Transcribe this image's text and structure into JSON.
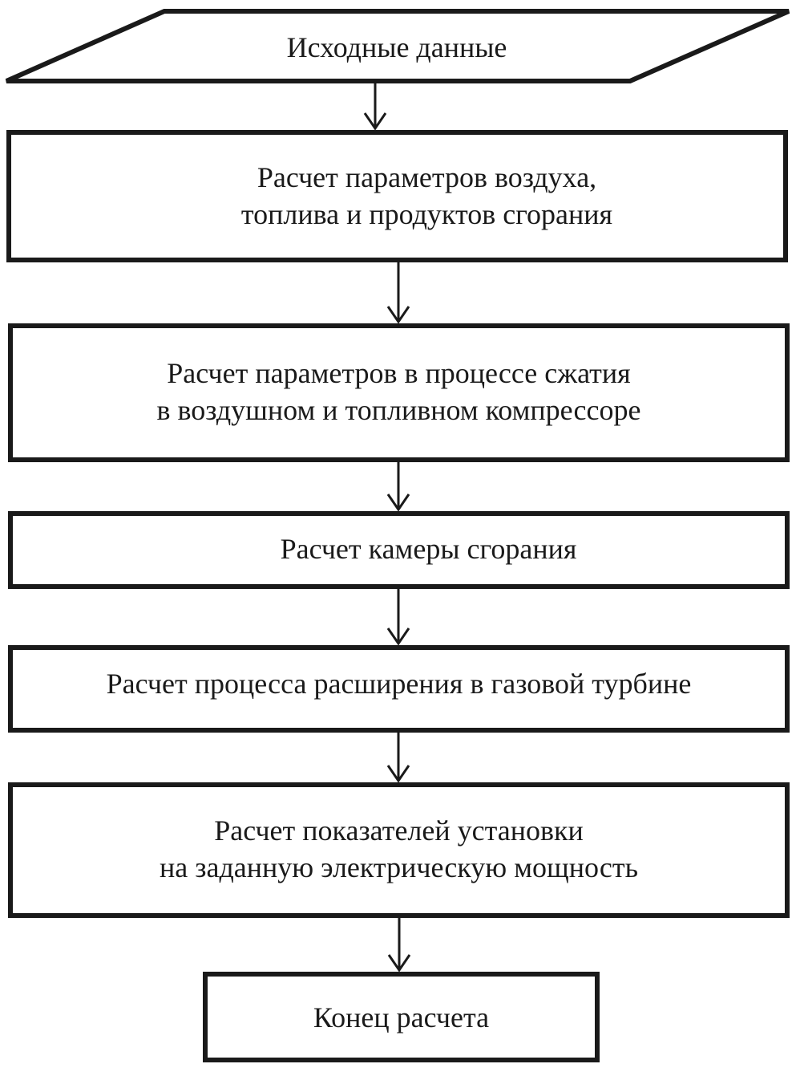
{
  "flowchart": {
    "steps": [
      {
        "id": "input",
        "shape": "parallelogram",
        "lines": [
          "Исходные данные"
        ]
      },
      {
        "id": "params-air-fuel",
        "shape": "process",
        "lines": [
          "Расчет параметров воздуха,",
          "топлива и продуктов сгорания"
        ]
      },
      {
        "id": "compression",
        "shape": "process",
        "lines": [
          "Расчет параметров в процессе сжатия",
          "в воздушном и топливном компрессоре"
        ]
      },
      {
        "id": "combustion-chamber",
        "shape": "process",
        "lines": [
          "Расчет камеры сгорания"
        ]
      },
      {
        "id": "gas-turbine",
        "shape": "process",
        "lines": [
          "Расчет процесса расширения в газовой турбине"
        ]
      },
      {
        "id": "plant-indicators",
        "shape": "process",
        "lines": [
          "Расчет показателей установки",
          "на заданную электрическую мощность"
        ]
      },
      {
        "id": "end",
        "shape": "terminal",
        "lines": [
          "Конец расчета"
        ]
      }
    ],
    "edges": [
      {
        "from": "input",
        "to": "params-air-fuel"
      },
      {
        "from": "params-air-fuel",
        "to": "compression"
      },
      {
        "from": "compression",
        "to": "combustion-chamber"
      },
      {
        "from": "combustion-chamber",
        "to": "gas-turbine"
      },
      {
        "from": "gas-turbine",
        "to": "plant-indicators"
      },
      {
        "from": "plant-indicators",
        "to": "end"
      }
    ]
  },
  "colors": {
    "stroke": "#1a1a1a",
    "fill": "#ffffff"
  }
}
